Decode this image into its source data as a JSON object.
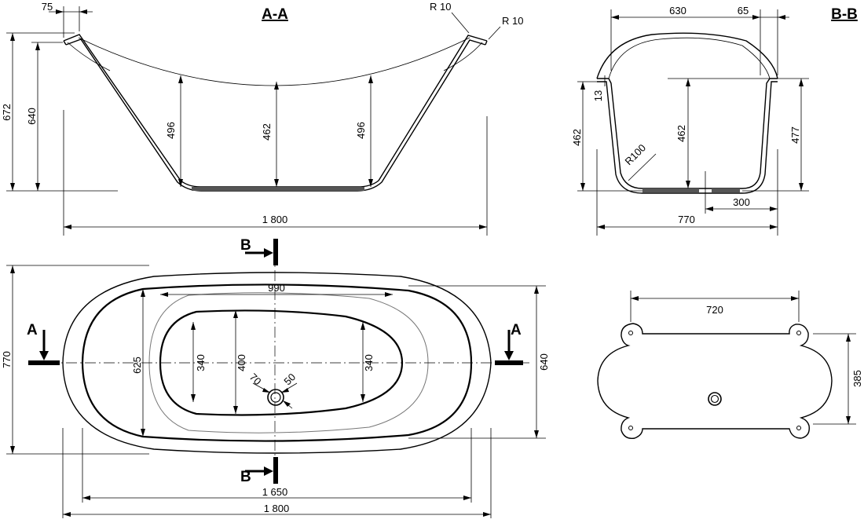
{
  "views": {
    "section_aa": {
      "title": "A-A",
      "dims": {
        "width_top_rim": "75",
        "radius_left": "R 10",
        "radius_right": "R 10",
        "height_total": "672",
        "height_rim": "640",
        "depth_left": "496",
        "depth_center": "462",
        "depth_right": "496",
        "length": "1 800"
      }
    },
    "section_bb": {
      "title": "B-B",
      "dims": {
        "inner_width": "630",
        "rim": "65",
        "rim_thickness": "13",
        "height_outer": "462",
        "inner_radius": "R100",
        "depth_center": "462",
        "height_right": "477",
        "drain_offset": "300",
        "width": "770"
      }
    },
    "plan": {
      "markers": {
        "b_top": "B",
        "b_bottom": "B",
        "a_left": "A",
        "a_right": "A"
      },
      "dims": {
        "inner_length": "990",
        "width_total": "770",
        "inner_width": "625",
        "basin_left": "340",
        "basin_center": "400",
        "basin_right": "340",
        "drain_outer": "70",
        "drain_inner": "50",
        "rim_width": "640",
        "length_inner": "1 650",
        "length_total": "1 800"
      }
    },
    "base_frame": {
      "dims": {
        "foot_spacing": "720",
        "frame_width": "385"
      }
    }
  }
}
